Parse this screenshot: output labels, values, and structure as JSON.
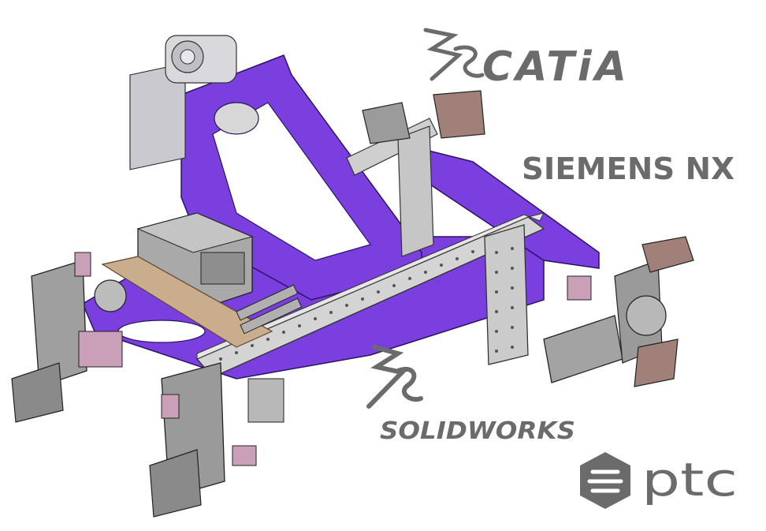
{
  "logos": {
    "catia": {
      "text": "CATiA",
      "color": "#6b6b6b"
    },
    "siemens": {
      "text": "SIEMENS NX",
      "color": "#6b6b6b"
    },
    "solidworks": {
      "text": "SOLIDWORKS",
      "color": "#6b6b6b"
    },
    "ptc": {
      "text": "ptc",
      "color": "#6b6b6b"
    }
  },
  "colors": {
    "frame_purple": "#7b3fe0",
    "frame_purple_dark": "#5a2bb0",
    "beam_gray": "#c8c8c8",
    "beam_dark": "#8c8c8c",
    "clamp_pink": "#c9a0b8",
    "plate_tan": "#c9ad8c"
  }
}
